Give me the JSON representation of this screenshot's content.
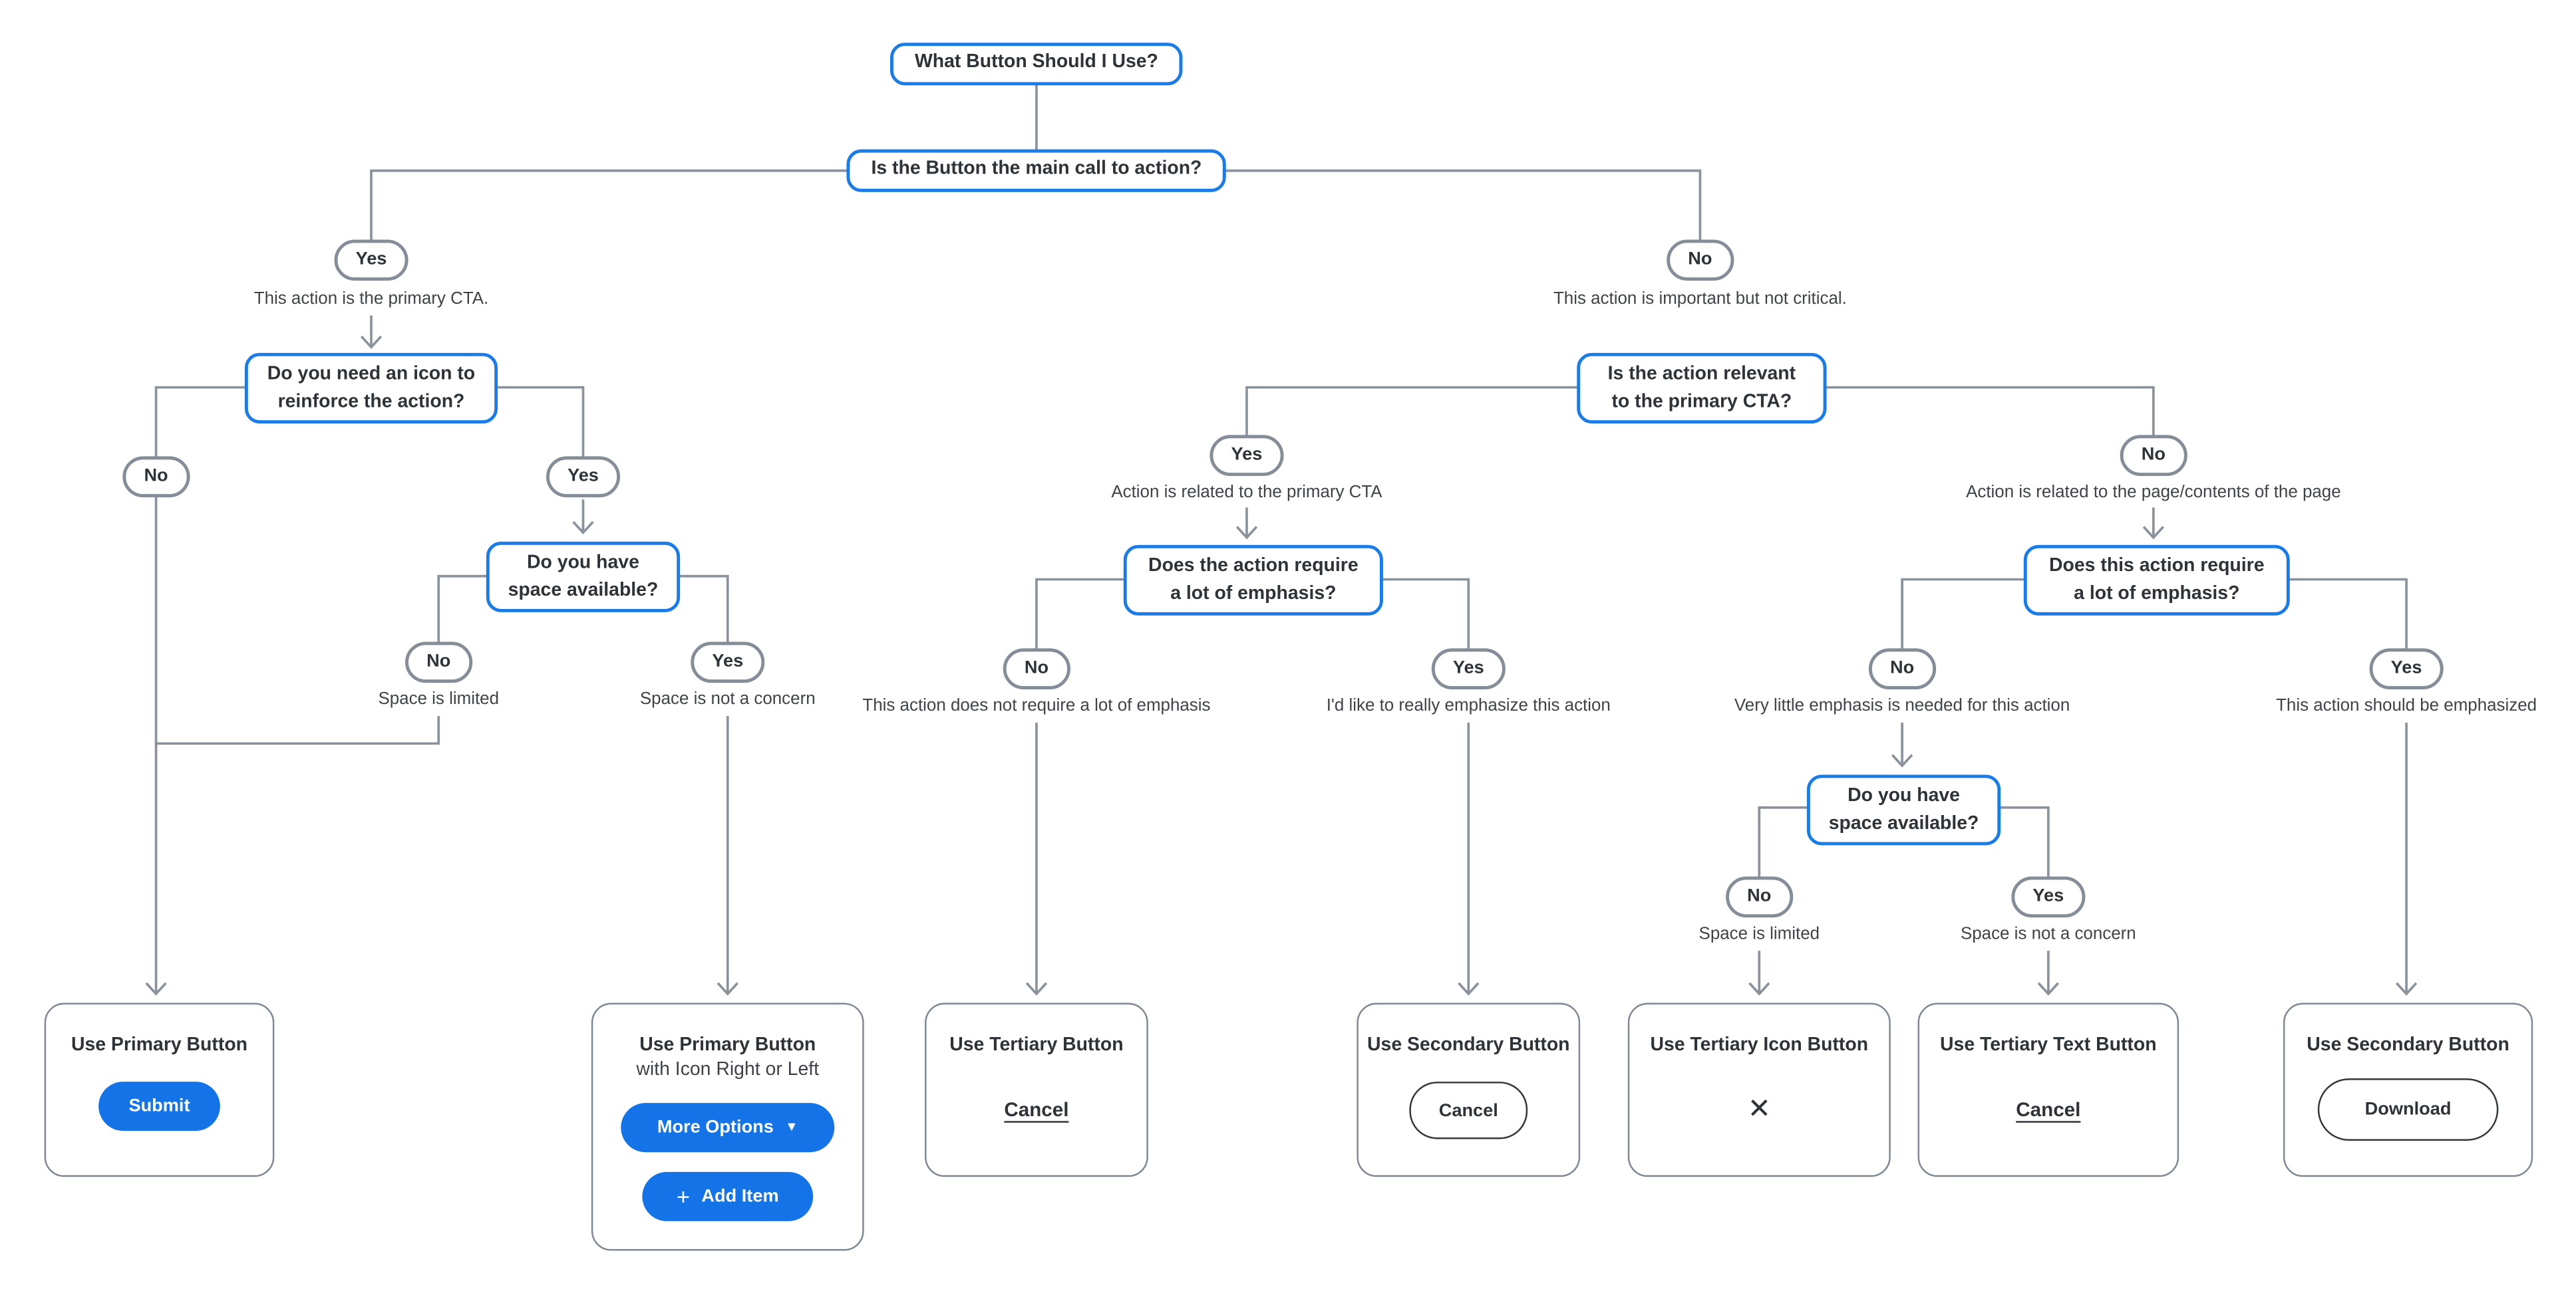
{
  "colors": {
    "primary_blue": "#1473E6",
    "question_border_blue": "#1B7CE8",
    "connector_gray": "#8A939C",
    "pill_border_gray": "#858E98",
    "outcome_border_gray": "#7D8893",
    "text_dark": "#2E3338"
  },
  "nodes": {
    "root": {
      "label": "What Button Should I Use?"
    },
    "q_main": {
      "label": "Is the Button the main call to action?"
    },
    "p_yes1": {
      "label": "Yes",
      "caption": "This action is the primary CTA."
    },
    "p_no1": {
      "label": "No",
      "caption": "This action is important but not critical."
    },
    "q_icon": {
      "lines": [
        "Do you need an icon to",
        "reinforce the action?"
      ]
    },
    "p_no_icon": {
      "label": "No"
    },
    "p_yes_icon": {
      "label": "Yes"
    },
    "q_space_left": {
      "lines": [
        "Do you have",
        "space available?"
      ]
    },
    "p_no_space_left": {
      "label": "No",
      "caption": "Space is limited"
    },
    "p_yes_space_left": {
      "label": "Yes",
      "caption": "Space is not a concern"
    },
    "q_relevant": {
      "lines": [
        "Is the action relevant",
        "to the primary CTA?"
      ]
    },
    "p_yes_rel": {
      "label": "Yes",
      "caption": "Action is related to the primary CTA"
    },
    "p_no_rel": {
      "label": "No",
      "caption": "Action is related to the page/contents of the page"
    },
    "q_emph_mid": {
      "lines": [
        "Does the action require",
        "a lot of emphasis?"
      ]
    },
    "p_no_emph_mid": {
      "label": "No",
      "caption": "This action does not require a lot of emphasis"
    },
    "p_yes_emph_mid": {
      "label": "Yes",
      "caption": "I'd like to really emphasize this action"
    },
    "q_emph_right": {
      "lines": [
        "Does this action require",
        "a lot of emphasis?"
      ]
    },
    "p_no_emph_right": {
      "label": "No",
      "caption": "Very little emphasis is needed for this action"
    },
    "p_yes_emph_right": {
      "label": "Yes",
      "caption": "This action should be emphasized"
    },
    "q_space_right": {
      "lines": [
        "Do you have",
        "space available?"
      ]
    },
    "p_no_space_right": {
      "label": "No",
      "caption": "Space is limited"
    },
    "p_yes_space_right": {
      "label": "Yes",
      "caption": "Space is not a concern"
    }
  },
  "outcomes": {
    "primary": {
      "title": "Use Primary Button",
      "button": "Submit"
    },
    "primary_icon": {
      "title": "Use Primary Button",
      "subtitle": "with Icon Right or Left",
      "button_more": "More Options",
      "button_add": "Add Item"
    },
    "tertiary": {
      "title": "Use Tertiary Button",
      "link": "Cancel"
    },
    "secondary_cancel": {
      "title": "Use Secondary Button",
      "button": "Cancel"
    },
    "tertiary_icon": {
      "title": "Use Tertiary Icon Button"
    },
    "tertiary_text": {
      "title": "Use Tertiary Text Button",
      "link": "Cancel"
    },
    "secondary_download": {
      "title": "Use Secondary Button",
      "button": "Download"
    }
  },
  "icons": {
    "chevron_down": "▼",
    "plus": "+",
    "close": "✕"
  }
}
